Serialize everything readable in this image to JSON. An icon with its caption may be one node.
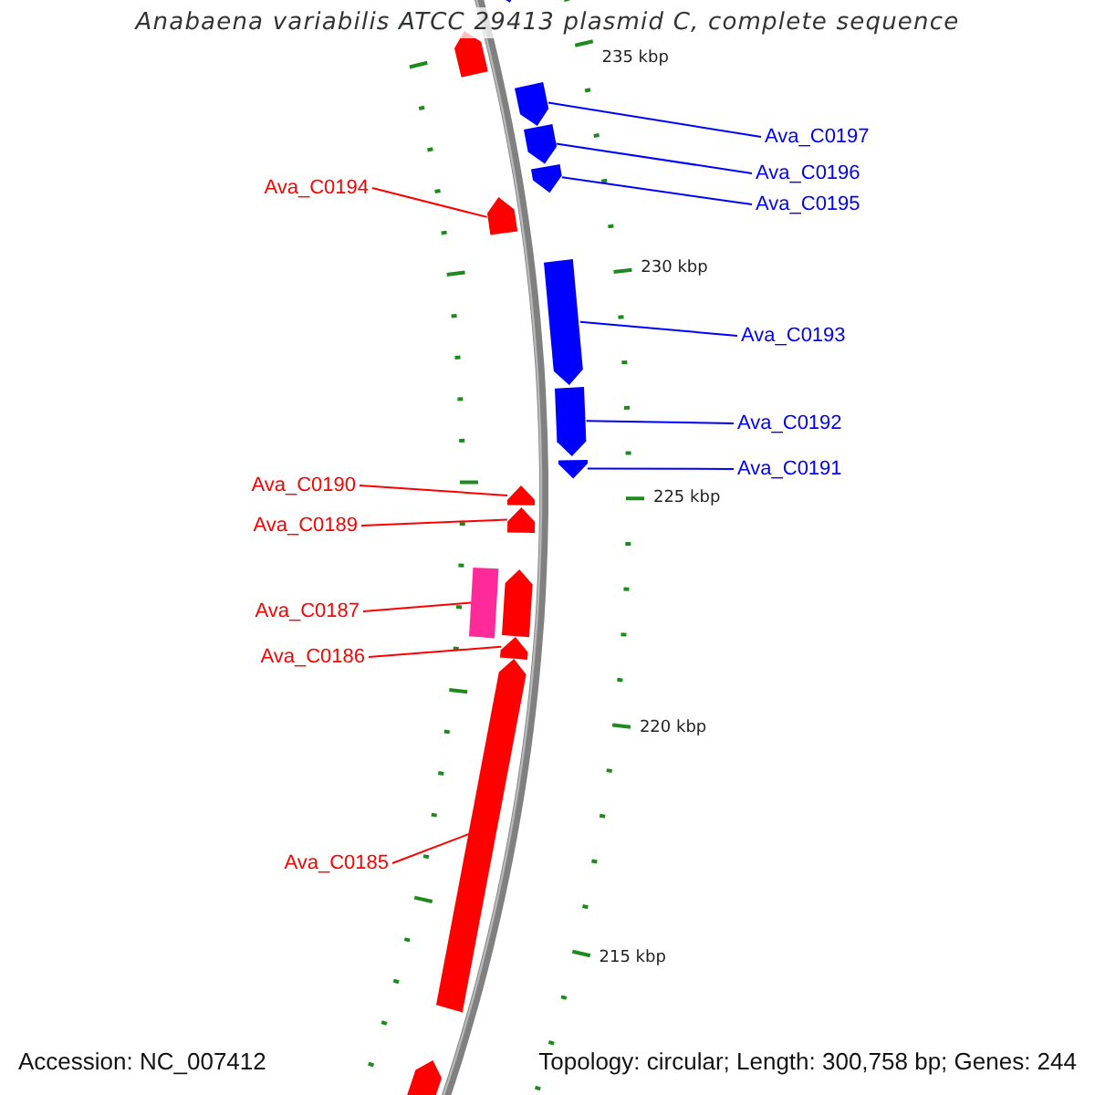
{
  "diagram": {
    "title": "Anabaena variabilis ATCC 29413 plasmid C, complete sequence",
    "nodes": [
      {
        "text": [
          "Ava_C0197"
        ]
      },
      {
        "text": [],
        "shape": "arrow"
      },
      {
        "text": [
          "Ava_C0196"
        ]
      },
      {
        "text": [],
        "shape": "arrow"
      },
      {
        "text": [
          "Ava_C0195"
        ]
      },
      {
        "text": [],
        "shape": "arrow"
      },
      {
        "text": [
          "Ava_C0194"
        ]
      },
      {
        "text": [],
        "shape": "arrow"
      },
      {
        "text": [
          "Ava_C0193"
        ]
      },
      {
        "text": [],
        "shape": "arrow"
      },
      {
        "text": [
          "Ava_C0192"
        ]
      },
      {
        "text": [],
        "shape": "arrow"
      },
      {
        "text": [
          "Ava_C0191"
        ]
      },
      {
        "text": [],
        "shape": "arrow"
      },
      {
        "text": [
          "Ava_C0190"
        ]
      },
      {
        "text": [],
        "shape": "arrow"
      },
      {
        "text": [
          "Ava_C0189"
        ]
      },
      {
        "text": [],
        "shape": "arrow"
      },
      {
        "text": [
          "Ava_C0187"
        ]
      },
      {
        "text": [],
        "shape": "bar"
      },
      {
        "text": [
          "Ava_C0186"
        ]
      },
      {
        "text": [],
        "shape": "arrow"
      },
      {
        "text": [
          "Ava_C0185"
        ]
      },
      {
        "text": [],
        "shape": "arrow"
      },
      {
        "text": [],
        "shape": "arrow"
      },
      {
        "text": [],
        "shape": "arrow"
      },
      {
        "text": [],
        "shape": "arrow"
      },
      {
        "text": [],
        "shape": "arrow"
      }
    ],
    "edges": [
      {
        "from": 0,
        "to": 1,
        "arrow": "none",
        "color": "#0000ff"
      },
      {
        "from": 2,
        "to": 3,
        "arrow": "none",
        "color": "#0000ff"
      },
      {
        "from": 4,
        "to": 5,
        "arrow": "none",
        "color": "#0000ff"
      },
      {
        "from": 6,
        "to": 7,
        "arrow": "none",
        "color": "#ff0000"
      },
      {
        "from": 8,
        "to": 9,
        "arrow": "none",
        "color": "#0000ff"
      },
      {
        "from": 10,
        "to": 11,
        "arrow": "none",
        "color": "#0000ff"
      },
      {
        "from": 12,
        "to": 13,
        "arrow": "none",
        "color": "#0000ff"
      },
      {
        "from": 14,
        "to": 15,
        "arrow": "none",
        "color": "#ff0000"
      },
      {
        "from": 16,
        "to": 17,
        "arrow": "none",
        "color": "#ff0000"
      },
      {
        "from": 18,
        "to": 19,
        "arrow": "none",
        "color": "#ff0000"
      },
      {
        "from": 20,
        "to": 21,
        "arrow": "none",
        "color": "#ff0000"
      },
      {
        "from": 22,
        "to": 23,
        "arrow": "none",
        "color": "#ff0000"
      }
    ],
    "labels": [
      "235 kbp",
      "230 kbp",
      "225 kbp",
      "220 kbp",
      "215 kbp",
      "Accession: NC_007412",
      "Topology: circular; Length: 300,758 bp; Genes: 244"
    ]
  }
}
